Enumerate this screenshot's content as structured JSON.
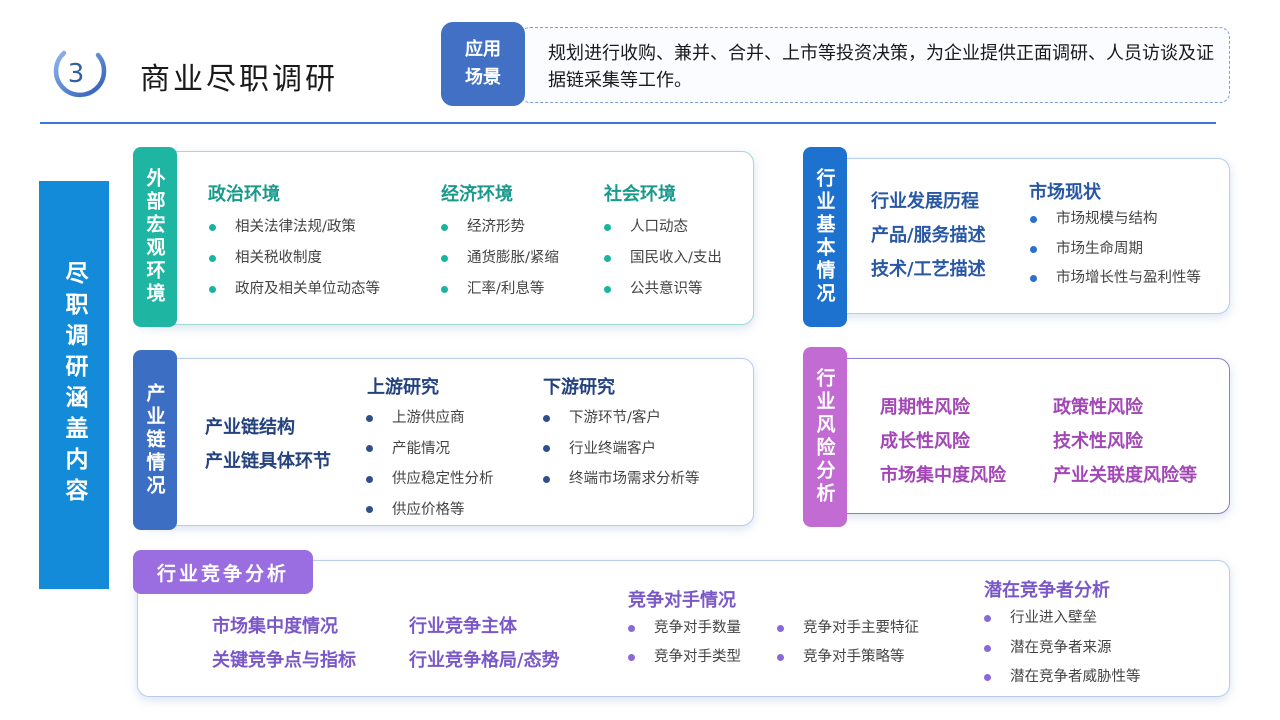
{
  "header": {
    "number": "3",
    "title": "商业尽职调研",
    "application_tag": [
      "应用",
      "场景"
    ],
    "application_text": "规划进行收购、兼并、合并、上市等投资决策，为企业提供正面调研、人员访谈及证据链采集等工作。"
  },
  "left_label": "尽职调研涵盖内容",
  "macro": {
    "tab": "外部宏观环境",
    "columns": [
      {
        "heading": "政治环境",
        "items": [
          "相关法律法规/政策",
          "相关税收制度",
          "政府及相关单位动态等"
        ]
      },
      {
        "heading": "经济环境",
        "items": [
          "经济形势",
          "通货膨胀/紧缩",
          "汇率/利息等"
        ]
      },
      {
        "heading": "社会环境",
        "items": [
          "人口动态",
          "国民收入/支出",
          "公共意识等"
        ]
      }
    ],
    "color": "#1fb5a3"
  },
  "chain": {
    "tab": "产业链情况",
    "left": [
      "产业链结构",
      "产业链具体环节"
    ],
    "columns": [
      {
        "heading": "上游研究",
        "items": [
          "上游供应商",
          "产能情况",
          "供应稳定性分析",
          "供应价格等"
        ]
      },
      {
        "heading": "下游研究",
        "items": [
          "下游环节/客户",
          "行业终端客户",
          "终端市场需求分析等"
        ]
      }
    ],
    "color": "#3c6fc3"
  },
  "industry": {
    "tab": "行业基本情况",
    "left": [
      "行业发展历程",
      "产品/服务描述",
      "技术/工艺描述"
    ],
    "column": {
      "heading": "市场现状",
      "items": [
        "市场规模与结构",
        "市场生命周期",
        "市场增长性与盈利性等"
      ]
    },
    "color": "#1e72cf"
  },
  "risk": {
    "tab": "行业风险分析",
    "items": [
      "周期性风险",
      "政策性风险",
      "成长性风险",
      "技术性风险",
      "市场集中度风险",
      "产业关联度风险等"
    ],
    "color": "#c16bd3"
  },
  "competition": {
    "tab": "行业竞争分析",
    "left": [
      "市场集中度情况",
      "行业竞争主体",
      "关键竞争点与指标",
      "行业竞争格局/态势"
    ],
    "rivals": {
      "heading": "竞争对手情况",
      "items": [
        "竞争对手数量",
        "竞争对手主要特征",
        "竞争对手类型",
        "竞争对手策略等"
      ]
    },
    "potential": {
      "heading": "潜在竞争者分析",
      "items": [
        "行业进入壁垒",
        "潜在竞争者来源",
        "潜在竞争者威胁性等"
      ]
    },
    "color": "#9a6ee0"
  }
}
